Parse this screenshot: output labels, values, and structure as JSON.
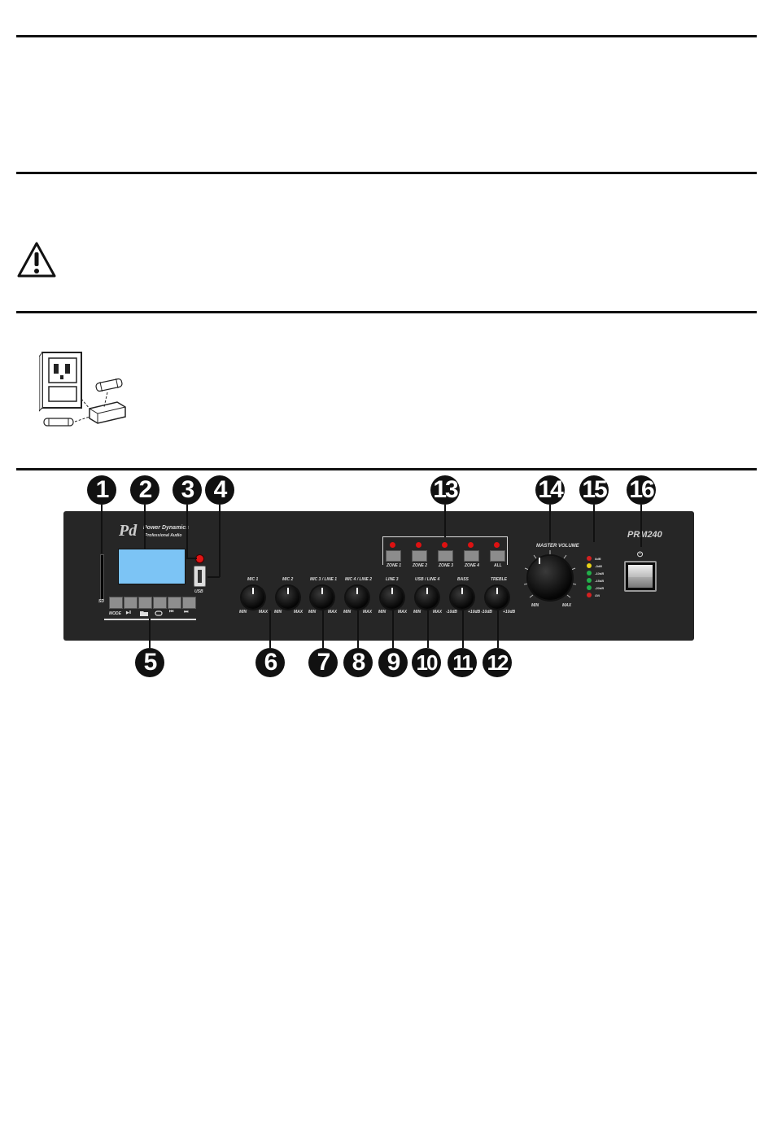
{
  "device": {
    "brand_name": "Power Dynamics",
    "brand_sub": "Professional Audio",
    "model": "PRM240",
    "usb_label": "USB",
    "sd_label": "SD",
    "power_symbol": "⏻",
    "master_label": "MASTER VOLUME",
    "master_min": "MIN",
    "master_max": "MAX"
  },
  "player_buttons": [
    "MODE",
    "▶‖",
    "",
    "",
    "⏮",
    "⏭"
  ],
  "channels": [
    {
      "label": "MIC 1",
      "min": "MIN",
      "max": "MAX"
    },
    {
      "label": "MIC 2",
      "min": "MIN",
      "max": "MAX"
    },
    {
      "label": "MIC 3 / LINE 1",
      "min": "MIN",
      "max": "MAX"
    },
    {
      "label": "MIC 4 / LINE 2",
      "min": "MIN",
      "max": "MAX"
    },
    {
      "label": "LINE 3",
      "min": "MIN",
      "max": "MAX"
    },
    {
      "label": "USB / LINE 4",
      "min": "MIN",
      "max": "MAX"
    },
    {
      "label": "BASS",
      "min": "-10dB",
      "max": "+10dB"
    },
    {
      "label": "TREBLE",
      "min": "-10dB",
      "max": "+10dB"
    }
  ],
  "zones": [
    "ZONE 1",
    "ZONE 2",
    "ZONE 3",
    "ZONE 4",
    "ALL"
  ],
  "meter": [
    {
      "label": "0dB",
      "color": "#d42020"
    },
    {
      "label": "-3dB",
      "color": "#e8d21a"
    },
    {
      "label": "-10dB",
      "color": "#22b04a"
    },
    {
      "label": "-15dB",
      "color": "#22b04a"
    },
    {
      "label": "-20dB",
      "color": "#22b04a"
    },
    {
      "label": "ON",
      "color": "#d42020"
    }
  ],
  "callouts": [
    "1",
    "2",
    "3",
    "4",
    "5",
    "6",
    "7",
    "8",
    "9",
    "10",
    "11",
    "12",
    "13",
    "14",
    "15",
    "16"
  ]
}
